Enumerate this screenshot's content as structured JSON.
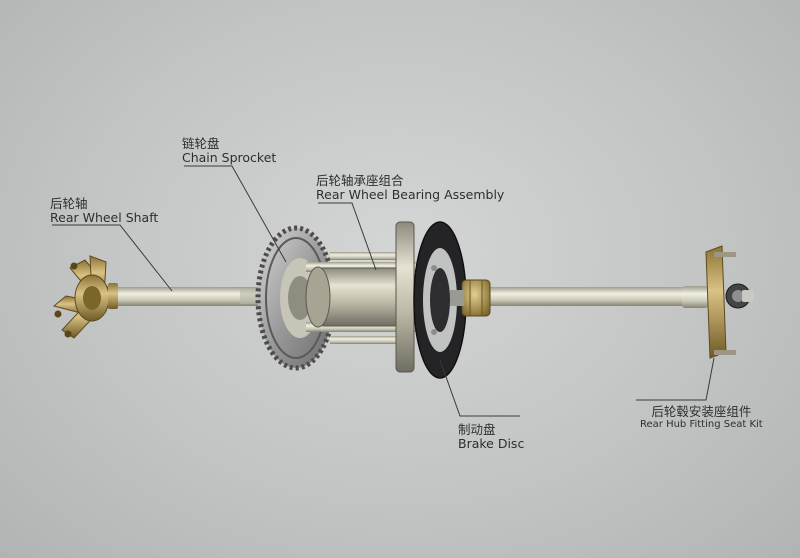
{
  "labels": {
    "rear_wheel_shaft": {
      "zh": "后轮轴",
      "en": "Rear Wheel Shaft"
    },
    "chain_sprocket": {
      "zh": "链轮盘",
      "en": "Chain Sprocket"
    },
    "bearing_assembly": {
      "zh": "后轮轴承座组合",
      "en": "Rear Wheel Bearing Assembly"
    },
    "brake_disc": {
      "zh": "制动盘",
      "en": "Brake Disc"
    },
    "hub_fitting": {
      "zh": "后轮毂安装座组件",
      "en": "Rear Hub Fitting Seat Kit"
    }
  },
  "colors": {
    "background": "#c4c6c6",
    "shaft": "#d9d8c8",
    "metal_gold": "#b59a55",
    "disc": "#2a2a2c",
    "leader_line": "#3a3a3a"
  }
}
